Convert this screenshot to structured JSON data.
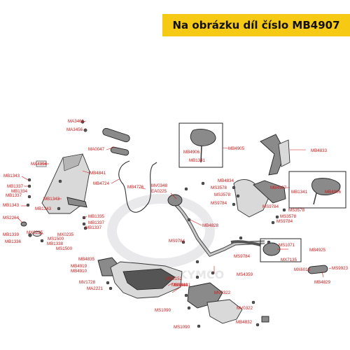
{
  "banner": {
    "text": "Na obrázku díl číslo MB4907"
  },
  "watermark": {
    "text": "KYMCO"
  },
  "labels": {
    "MA3461": "MA3461",
    "MA3456": "MA3456",
    "MA0047": "MA0047",
    "MB4724": "MB4724",
    "MA4894": "MA4894",
    "MB4841": "MB4841",
    "MB1343_a": "MB1343",
    "MB1337_a": "MB1337",
    "MB1334": "MB1334",
    "MB1337_b": "MB1337",
    "MB1343_b": "MB1343",
    "MB1343_c": "MB1343",
    "MB1343_d": "MB1343",
    "MB1335": "MB1335",
    "MB1337_c": "MB1337",
    "MB1337_d": "MB1337",
    "MS2264": "MS2264",
    "MB1339": "MB1339",
    "MX0235_a": "MX0235",
    "MX0235_b": "MX0235",
    "MS1500_a": "MS1500",
    "MB1336": "MB1336",
    "MB1338": "MB1338",
    "MS1500_b": "MS1500",
    "MB4776": "MB4776",
    "MV0348": "MV0348",
    "EA0225": "EA0225",
    "MB4828": "MB4828",
    "MB4906_a": "MB4906",
    "MB1341_a": "MB1341",
    "MB4905": "MB4905",
    "MB4833": "MB4833",
    "MB4834": "MB4834",
    "MS3578_a": "MS3578",
    "MS3578_b": "MS3578",
    "MS9784_a": "MS9784",
    "MS9784_b": "MS9784",
    "MB4907": "MB4907",
    "MB1341_b": "MB1341",
    "MB4906_b": "MB4906",
    "MS3578_c": "MS3578",
    "MS3578_d": "MS3578",
    "MS9784_c": "MS9784",
    "MS9784_d": "MS9784",
    "MS9784_e": "MS9784",
    "MS1071": "MS1071",
    "MB4925": "MB4925",
    "MX7135": "MX7135",
    "MX6014": "MX6014",
    "MS9923": "MS9923",
    "MB4829": "MB4829",
    "MB4835": "MB4835",
    "MB4919": "MB4919",
    "MB4910": "MB4910",
    "MV1728": "MV1728",
    "MA2221": "MA2221",
    "MS5152": "MS5152",
    "MB1644": "MB1644",
    "MB4831": "MB4831",
    "MS4359": "MS4359",
    "MV0322_a": "MV0322",
    "MV0322_b": "MV0322",
    "MS1090_a": "MS1090",
    "MB4832": "MB4832",
    "MS1090_b": "MS1090"
  }
}
